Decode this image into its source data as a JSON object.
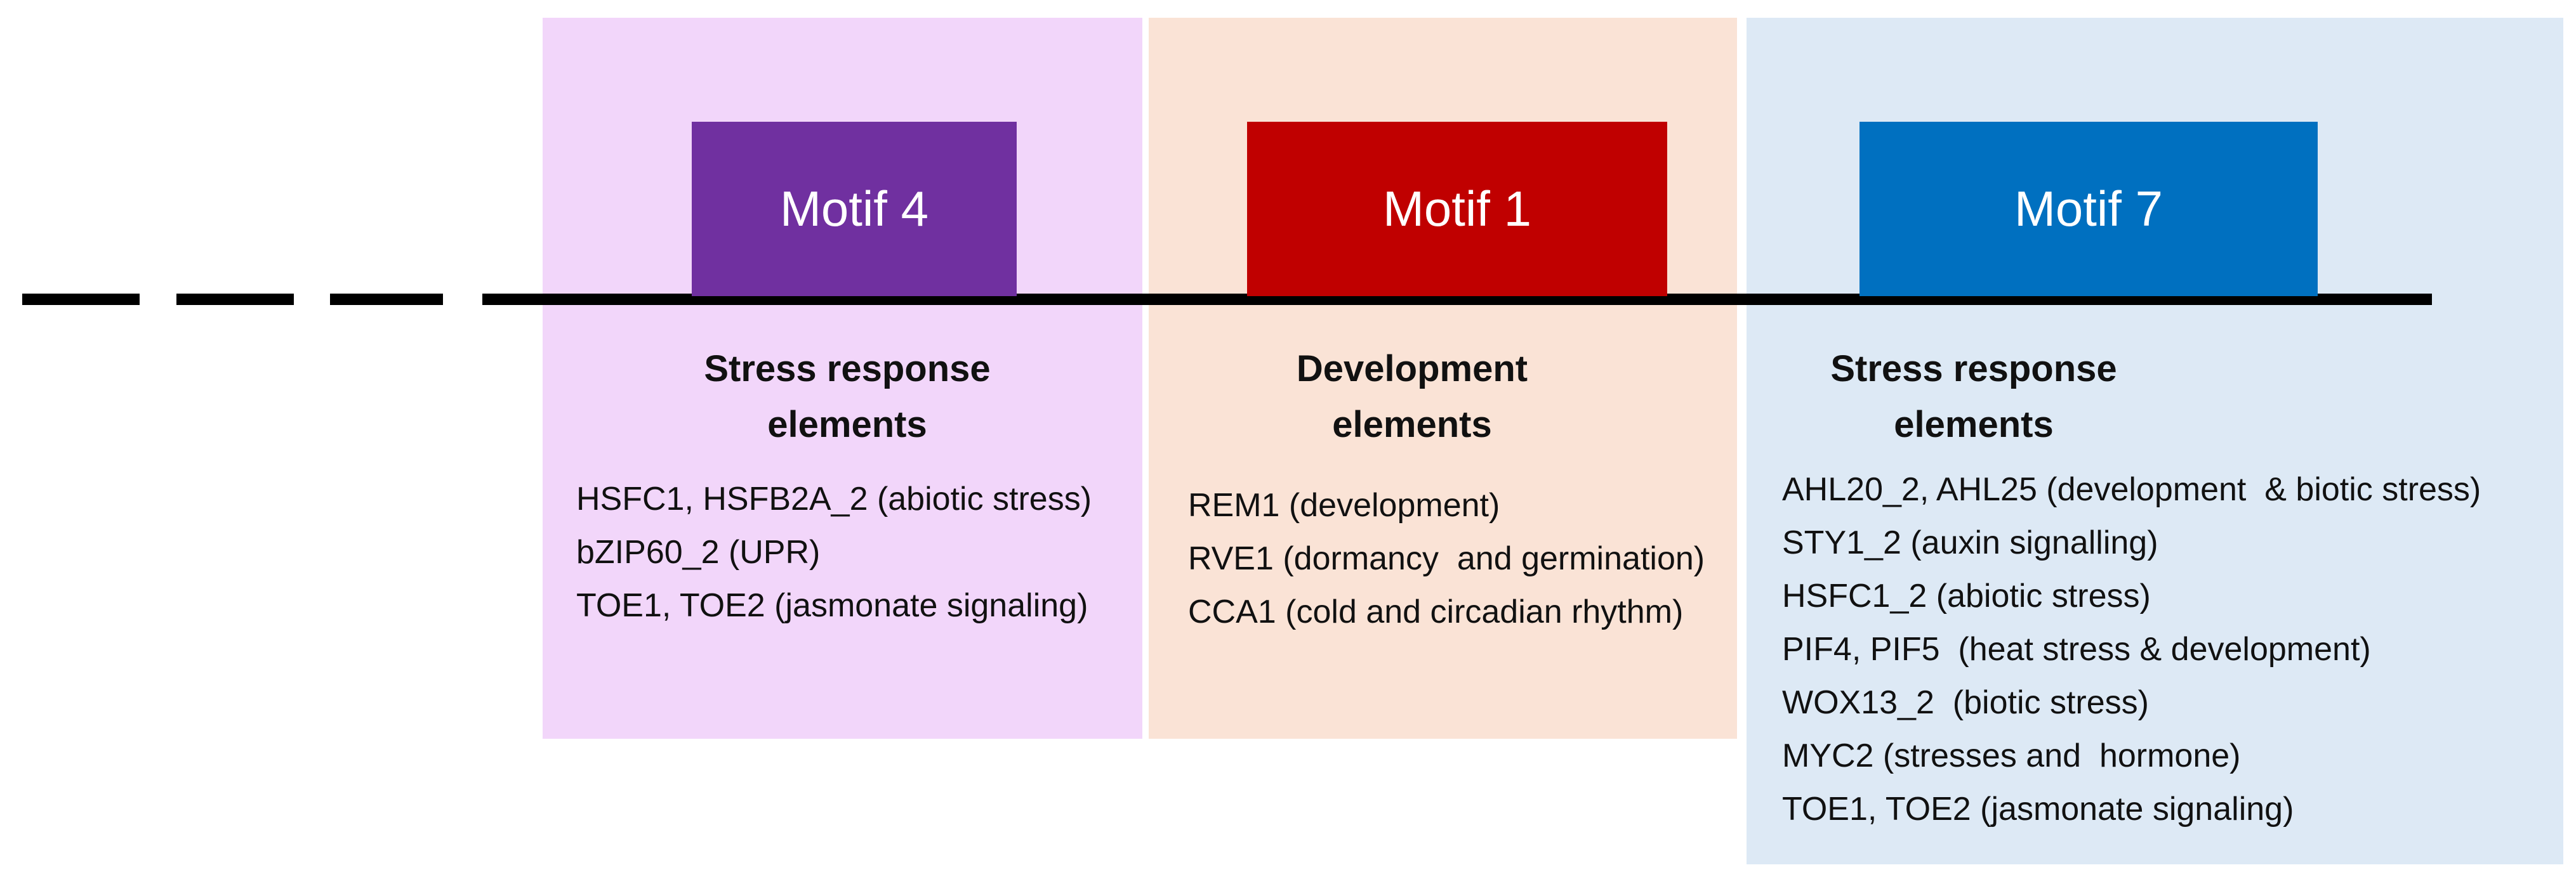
{
  "colors": {
    "background": "#ffffff",
    "line": "#000000",
    "panel_1": "#f2d6fa",
    "panel_2": "#fae3d6",
    "panel_3": "#dde9f5",
    "motif_1_box": "#7030a0",
    "motif_2_box": "#c00000",
    "motif_3_box": "#0070c0"
  },
  "motifs": [
    {
      "label": "Motif 4",
      "color": "#7030a0"
    },
    {
      "label": "Motif 1",
      "color": "#c00000"
    },
    {
      "label": "Motif 7",
      "color": "#0070c0"
    }
  ],
  "groups": [
    {
      "heading": "Stress response\nelements",
      "items": [
        "HSFC1, HSFB2A_2 (abiotic stress)",
        "bZIP60_2 (UPR)",
        "TOE1, TOE2 (jasmonate signaling)"
      ]
    },
    {
      "heading": "Development\nelements",
      "items": [
        "REM1 (development)",
        "RVE1 (dormancy  and germination)",
        "CCA1 (cold and circadian rhythm)"
      ]
    },
    {
      "heading": "Stress response\nelements",
      "items": [
        "AHL20_2, AHL25 (development  & biotic stress)",
        "STY1_2 (auxin signalling)",
        "HSFC1_2 (abiotic stress)",
        "PIF4, PIF5  (heat stress & development)",
        "WOX13_2  (biotic stress)",
        "MYC2 (stresses and  hormone)",
        "TOE1, TOE2 (jasmonate signaling)"
      ]
    }
  ]
}
